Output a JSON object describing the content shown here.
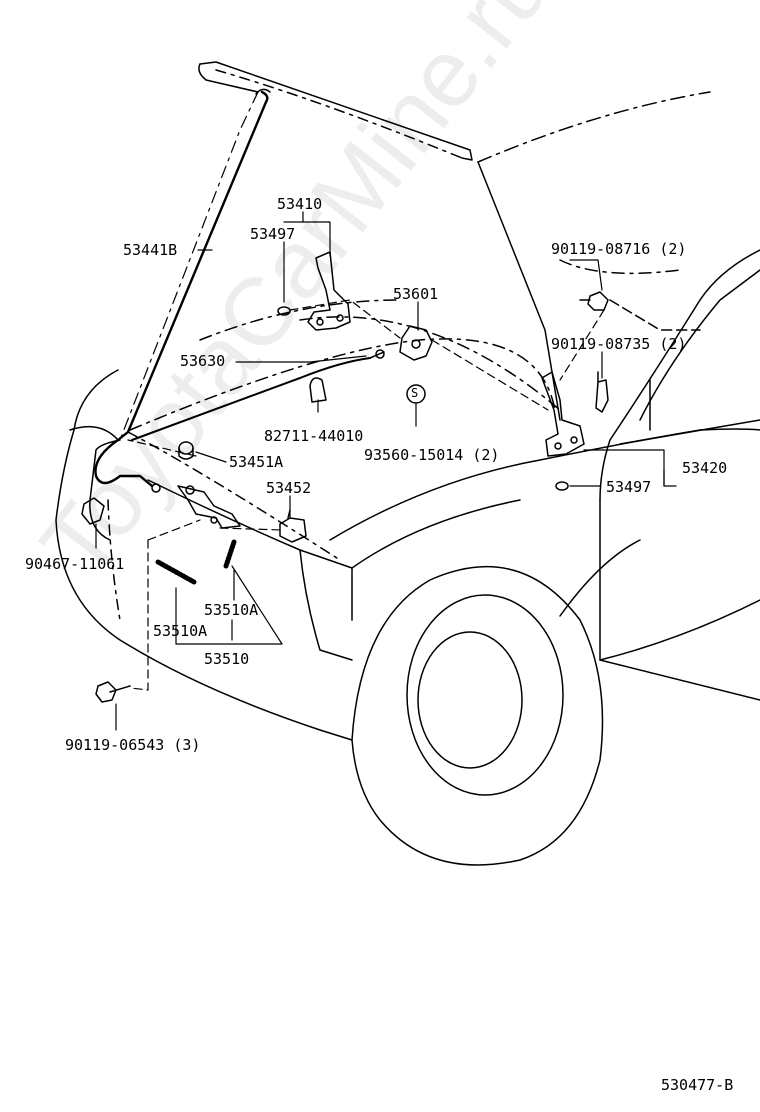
{
  "watermark": "ToyotaCarMine.ru",
  "diagram_code": "530477-B",
  "parts": {
    "p53441B": "53441B",
    "p53410": "53410",
    "p53497_a": "53497",
    "p53601": "53601",
    "p53630": "53630",
    "p82711": "82711-44010",
    "p93560": "93560-15014 (2)",
    "p53451A": "53451A",
    "p53452": "53452",
    "p90467": "90467-11061",
    "p53510A_a": "53510A",
    "p53510A_b": "53510A",
    "p53510": "53510",
    "p90119_06543": "90119-06543 (3)",
    "p90119_08716": "90119-08716 (2)",
    "p90119_08735": "90119-08735 (2)",
    "p53420": "53420",
    "p53497_b": "53497"
  },
  "symbols": {
    "sealant": "S"
  }
}
